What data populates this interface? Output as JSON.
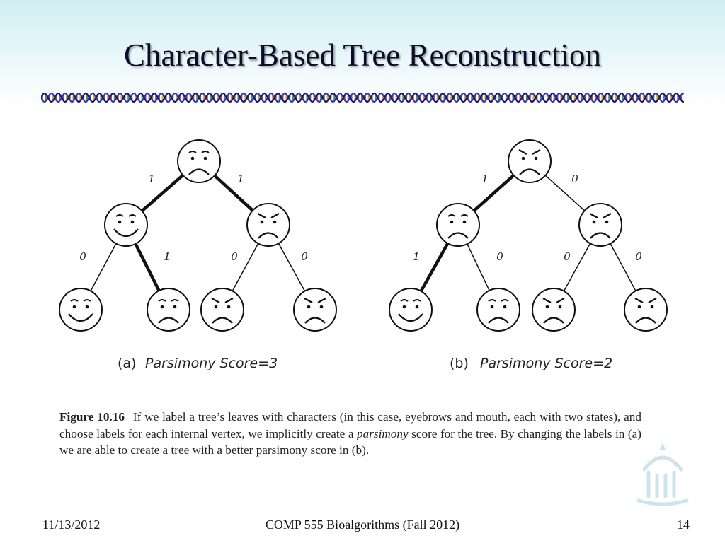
{
  "slide": {
    "title": "Character-Based Tree Reconstruction",
    "footer_date": "11/13/2012",
    "footer_course": "COMP 555 Bioalgorithms (Fall 2012)",
    "footer_page": "14"
  },
  "colors": {
    "dna_strand_a": "#3a35b0",
    "dna_strand_b": "#1a1a6a",
    "dna_rungs": [
      "#d94f2b",
      "#3f9c3f",
      "#8e44ad",
      "#d6b11f"
    ],
    "logo": "#cfe3ee"
  },
  "trees": [
    {
      "label": "(a)",
      "score_text": "Parsimony Score=3",
      "nodes": [
        {
          "id": "root",
          "brows": "flat",
          "mouth": "frown"
        },
        {
          "id": "left",
          "brows": "flat",
          "mouth": "smile"
        },
        {
          "id": "right",
          "brows": "angry",
          "mouth": "frown"
        },
        {
          "id": "leaf1",
          "brows": "flat",
          "mouth": "smile"
        },
        {
          "id": "leaf2",
          "brows": "flat",
          "mouth": "frown"
        },
        {
          "id": "leaf3",
          "brows": "angry",
          "mouth": "frown"
        },
        {
          "id": "leaf4",
          "brows": "angry",
          "mouth": "frown"
        }
      ],
      "edges": [
        {
          "from": "root",
          "to": "left",
          "weight": "1"
        },
        {
          "from": "root",
          "to": "right",
          "weight": "1"
        },
        {
          "from": "left",
          "to": "leaf1",
          "weight": "0"
        },
        {
          "from": "left",
          "to": "leaf2",
          "weight": "1"
        },
        {
          "from": "right",
          "to": "leaf3",
          "weight": "0"
        },
        {
          "from": "right",
          "to": "leaf4",
          "weight": "0"
        }
      ]
    },
    {
      "label": "(b)",
      "score_text": "Parsimony Score=2",
      "nodes": [
        {
          "id": "root",
          "brows": "angry",
          "mouth": "frown"
        },
        {
          "id": "left",
          "brows": "flat",
          "mouth": "frown"
        },
        {
          "id": "right",
          "brows": "angry",
          "mouth": "frown"
        },
        {
          "id": "leaf1",
          "brows": "flat",
          "mouth": "smile"
        },
        {
          "id": "leaf2",
          "brows": "flat",
          "mouth": "frown"
        },
        {
          "id": "leaf3",
          "brows": "angry",
          "mouth": "frown"
        },
        {
          "id": "leaf4",
          "brows": "angry",
          "mouth": "frown"
        }
      ],
      "edges": [
        {
          "from": "root",
          "to": "left",
          "weight": "1"
        },
        {
          "from": "root",
          "to": "right",
          "weight": "0"
        },
        {
          "from": "left",
          "to": "leaf1",
          "weight": "1"
        },
        {
          "from": "left",
          "to": "leaf2",
          "weight": "0"
        },
        {
          "from": "right",
          "to": "leaf3",
          "weight": "0"
        },
        {
          "from": "right",
          "to": "leaf4",
          "weight": "0"
        }
      ]
    }
  ],
  "caption": {
    "figure_label": "Figure 10.16",
    "text_before_italic": "If we label a tree’s leaves with characters (in this case, eyebrows and mouth, each with two states), and choose labels for each internal vertex, we implicitly create a ",
    "italic_word": "parsimony",
    "text_after_italic": " score for the tree. By changing the labels in (a) we are able to create a tree with a better parsimony score in (b)."
  }
}
